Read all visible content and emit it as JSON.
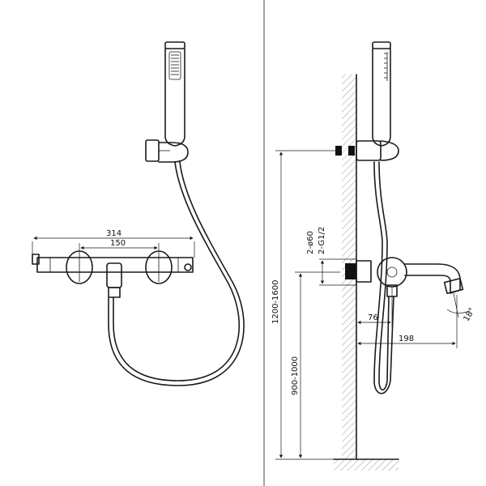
{
  "front_view": {
    "dim_overall_width": "314",
    "dim_inlet_centers": "150"
  },
  "side_view": {
    "dim_shower_height": "1200-1600",
    "dim_mixer_height": "900-1000",
    "dim_inlet_diameter": "2-ø60",
    "dim_inlet_thread": "2-G1/2",
    "dim_mixer_depth": "76",
    "dim_spout_reach": "198",
    "dim_spout_angle": "18°"
  }
}
